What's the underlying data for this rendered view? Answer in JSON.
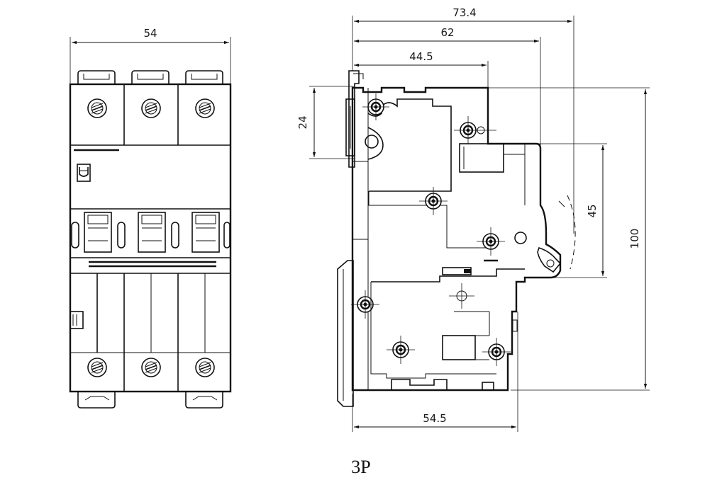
{
  "dimensions": {
    "front_width": "54",
    "side_overall": "73.4",
    "side_62": "62",
    "side_44_5": "44.5",
    "side_24": "24",
    "side_45": "45",
    "side_height": "100",
    "side_base": "54.5"
  },
  "caption": "3P"
}
